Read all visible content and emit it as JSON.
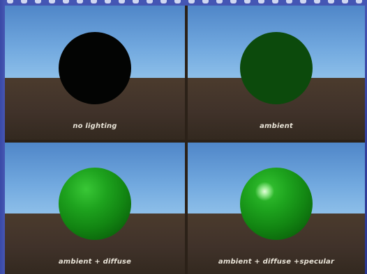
{
  "panels": [
    {
      "id": "no-lighting",
      "label": "no lighting",
      "sphere_color": "#030403"
    },
    {
      "id": "ambient",
      "label": "ambient",
      "sphere_color": "#0c4a0c"
    },
    {
      "id": "ambient-diffuse",
      "label": "ambient + diffuse",
      "sphere_color": "#1ea31e"
    },
    {
      "id": "ambient-diffuse-specular",
      "label": "ambient + diffuse +specular",
      "sphere_color": "#1ea41e"
    }
  ],
  "colors": {
    "slide_background": "#3b4aa8",
    "sky": "#72a9df",
    "ground": "#40322a",
    "label_text": "#e9e4d8"
  }
}
